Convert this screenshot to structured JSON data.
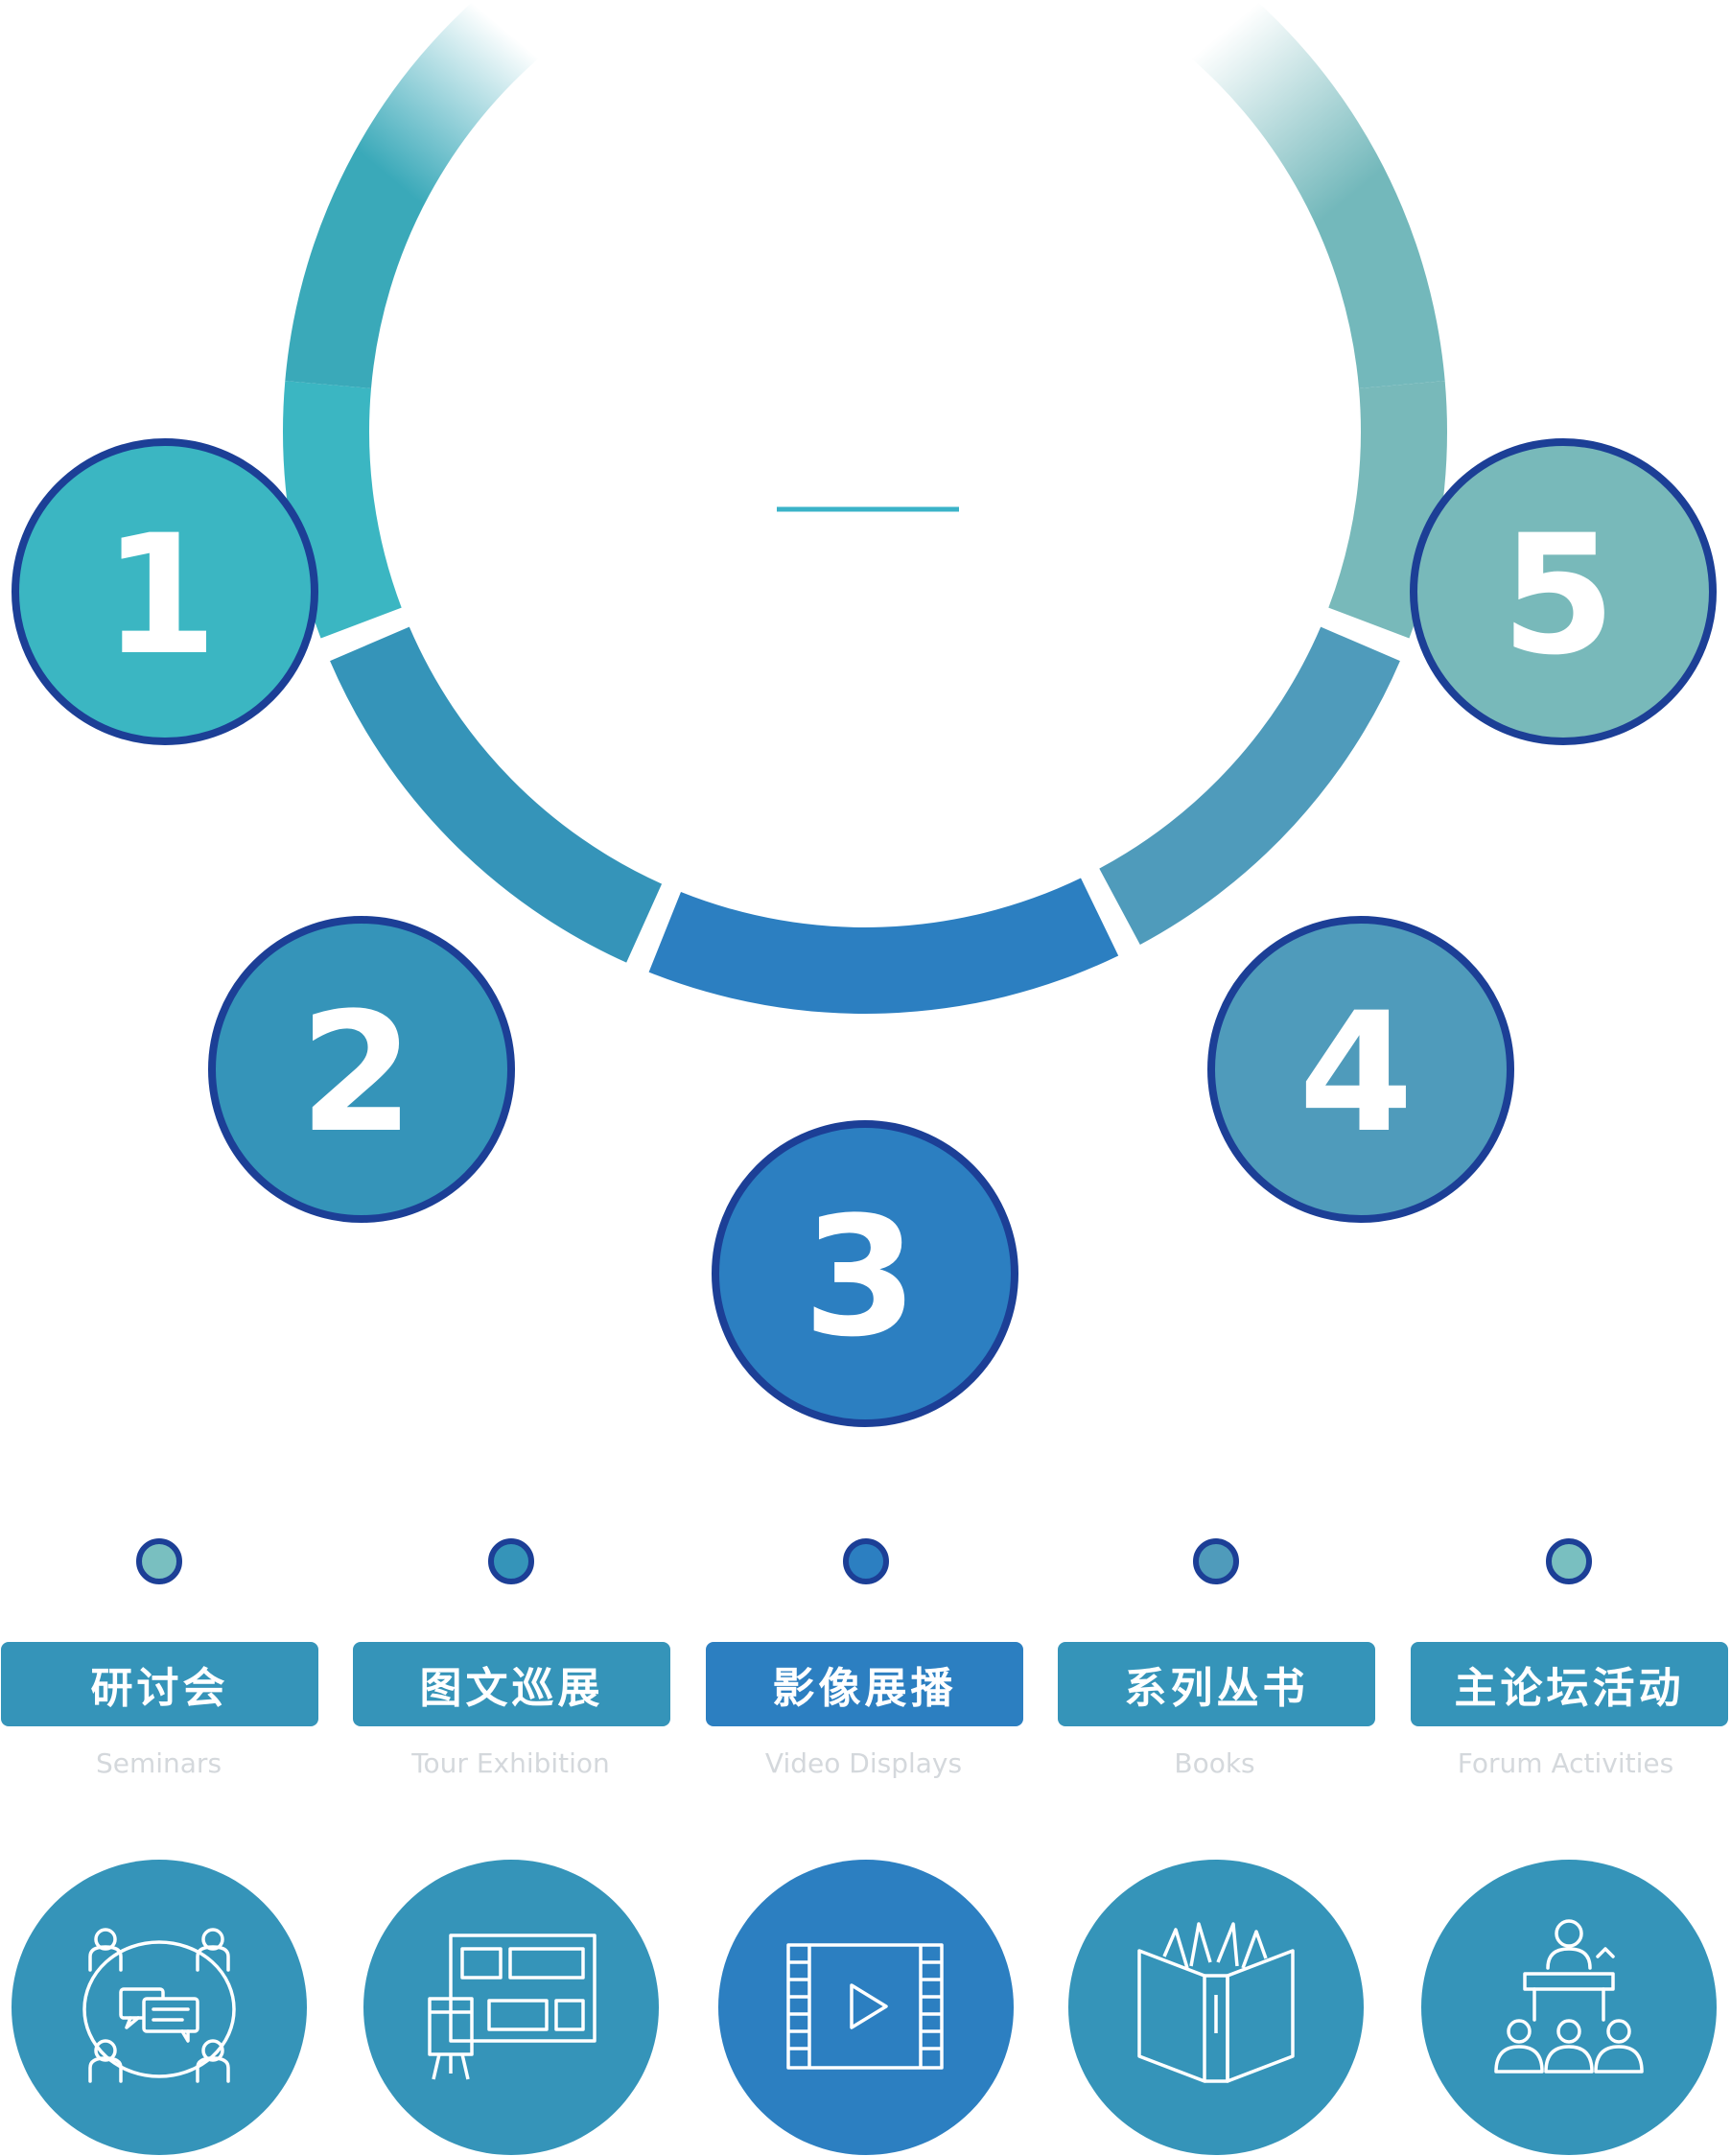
{
  "steps": [
    {
      "number": "1",
      "title": "研讨会",
      "subtitle": "Seminars",
      "icon": "seminar-people-chat-icon",
      "color": "#3bb6c2"
    },
    {
      "number": "2",
      "title": "图文巡展",
      "subtitle": "Tour Exhibition",
      "icon": "exhibition-board-icon",
      "color": "#3594b9"
    },
    {
      "number": "3",
      "title": "影像展播",
      "subtitle": "Video Displays",
      "icon": "film-play-icon",
      "color": "#2c7fc1"
    },
    {
      "number": "4",
      "title": "系列丛书",
      "subtitle": "Books",
      "icon": "open-book-icon",
      "color": "#4f9bbb"
    },
    {
      "number": "5",
      "title": "主论坛活动",
      "subtitle": "Forum Activities",
      "icon": "podium-audience-icon",
      "color": "#78b9ba"
    }
  ],
  "colors": {
    "ring_outline": "#1c3f96",
    "accent_line": "#3ab3c8",
    "dot_fill": "#79bfc0",
    "label_box": "#3594b9",
    "label_box_active": "#2c7fc1",
    "subtitle_text": "#d4d8dc"
  }
}
